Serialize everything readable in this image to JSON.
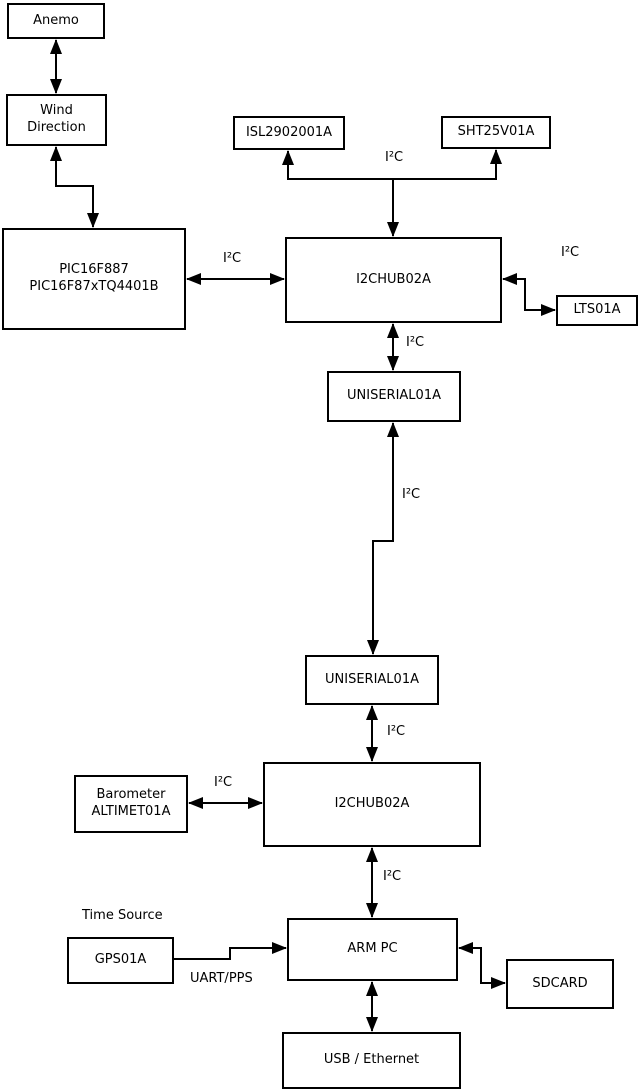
{
  "diagram": {
    "nodes": {
      "anemo": "Anemo",
      "wind_direction": "Wind\nDirection",
      "pic": "PIC16F887\nPIC16F87xTQ4401B",
      "isl": "ISL2902001A",
      "sht": "SHT25V01A",
      "i2chub_top": "I2CHUB02A",
      "lts": "LTS01A",
      "uniserial_top": "UNISERIAL01A",
      "uniserial_bottom": "UNISERIAL01A",
      "i2chub_bottom": "I2CHUB02A",
      "barometer": "Barometer\nALTIMET01A",
      "arm_pc": "ARM PC",
      "gps": "GPS01A",
      "sdcard": "SDCARD",
      "usb_ethernet": "USB / Ethernet"
    },
    "edge_labels": {
      "bus_top": "I²C",
      "pic_hub": "I²C",
      "hub_lts": "I²C",
      "hub_uniserial": "I²C",
      "uniserial_link": "I²C",
      "uniserial_hub2": "I²C",
      "barometer_hub2": "I²C",
      "hub2_armpc": "I²C",
      "gps_armpc": "UART/PPS",
      "time_source": "Time Source"
    },
    "colors": {
      "line": "#000000",
      "background": "#ffffff"
    }
  }
}
